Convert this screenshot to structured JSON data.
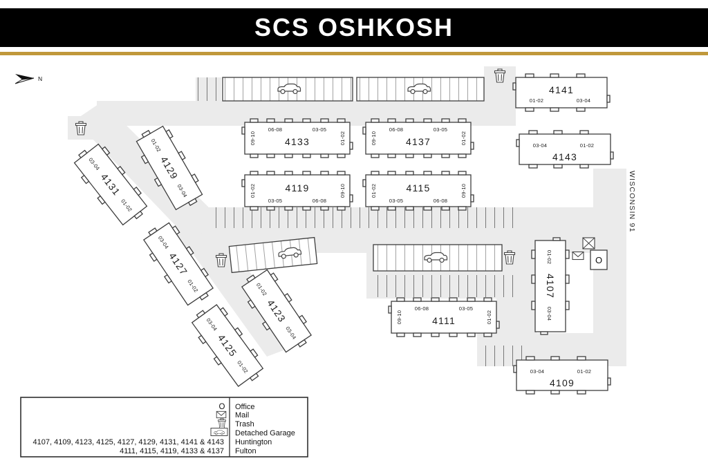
{
  "header": {
    "title": "SCS OSHKOSH"
  },
  "compass": {
    "label": "N"
  },
  "road": {
    "label": "WISCONSIN 91"
  },
  "buildings": {
    "b4141": {
      "number": "4141",
      "left": "01-02",
      "right": "03-04"
    },
    "b4143": {
      "number": "4143",
      "left": "03-04",
      "right": "01-02"
    },
    "b4109": {
      "number": "4109",
      "left": "03-04",
      "right": "01-02"
    },
    "b4107": {
      "number": "4107",
      "top": "01-02",
      "bottom": "03-04"
    },
    "b4131": {
      "number": "4131",
      "top": "03-04",
      "bottom": "01-02"
    },
    "b4129": {
      "number": "4129",
      "top": "01-02",
      "bottom": "03-04"
    },
    "b4127": {
      "number": "4127",
      "top": "03-04",
      "bottom": "01-02"
    },
    "b4123": {
      "number": "4123",
      "top": "01-02",
      "bottom": "03-04"
    },
    "b4125": {
      "number": "4125",
      "top": "03-04",
      "bottom": "01-02"
    },
    "b4133": {
      "number": "4133",
      "top_left": "06-08",
      "top_right": "03-05",
      "side_left": "09-10",
      "side_right": "01-02"
    },
    "b4137": {
      "number": "4137",
      "top_left": "06-08",
      "top_right": "03-05",
      "side_left": "09-10",
      "side_right": "01-02"
    },
    "b4119": {
      "number": "4119",
      "bottom_left": "03-05",
      "bottom_right": "06-08",
      "side_left": "01-02",
      "side_right": "09-10"
    },
    "b4115": {
      "number": "4115",
      "bottom_left": "03-05",
      "bottom_right": "06-08",
      "side_left": "01-02",
      "side_right": "09-10"
    },
    "b4111": {
      "number": "4111",
      "top_left": "06-08",
      "top_right": "03-05",
      "side_left": "09-10",
      "side_right": "01-02"
    }
  },
  "legend": {
    "office_symbol": "O",
    "items": [
      {
        "icon": "office-icon",
        "label": "Office"
      },
      {
        "icon": "mail-icon",
        "label": "Mail"
      },
      {
        "icon": "trash-icon",
        "label": "Trash"
      },
      {
        "icon": "garage-icon",
        "label": "Detached Garage"
      },
      {
        "icon": "",
        "label": "Huntington"
      },
      {
        "icon": "",
        "label": "Fulton"
      }
    ],
    "huntington_buildings": "4107, 4109, 4123, 4125, 4127, 4129, 4131, 4141 & 4143",
    "fulton_buildings": "4111, 4115, 4119, 4133 & 4137"
  },
  "colors": {
    "header_bg": "#000000",
    "accent_gold": "#c0983b",
    "road_fill": "#ebebeb",
    "outline": "#3d3d3d"
  }
}
